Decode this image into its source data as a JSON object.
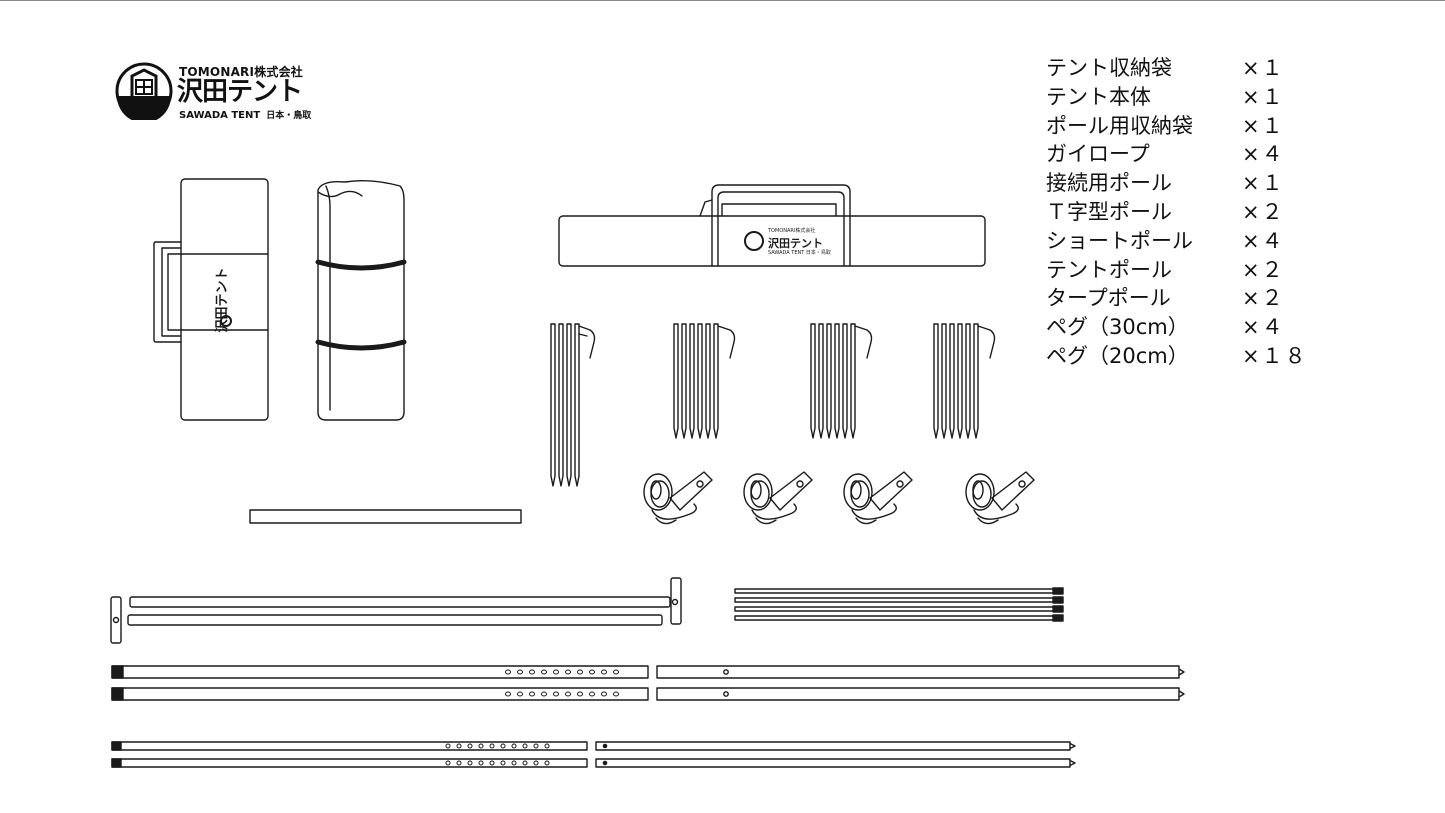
{
  "logo": {
    "company": "TOMONARI株式会社",
    "brand": "沢田テント",
    "brand_en": "SAWADA TENT",
    "location": "日本・鳥取",
    "emblem_text": "田"
  },
  "bag_logo": {
    "company": "TOMONARI株式会社",
    "brand": "沢田テント",
    "brand_en": "SAWADA TENT 日本・鳥取"
  },
  "contents": [
    {
      "name": "テント収納袋",
      "qty": "×１"
    },
    {
      "name": "テント本体",
      "qty": "×１"
    },
    {
      "name": "ポール用収納袋",
      "qty": "×１"
    },
    {
      "name": "ガイロープ",
      "qty": "×４"
    },
    {
      "name": "接続用ポール",
      "qty": "×１"
    },
    {
      "name": "Ｔ字型ポール",
      "qty": "×２"
    },
    {
      "name": "ショートポール",
      "qty": "×４"
    },
    {
      "name": "テントポール",
      "qty": "×２"
    },
    {
      "name": "タープポール",
      "qty": "×２"
    },
    {
      "name": "ペグ（30cm）",
      "qty": "×４"
    },
    {
      "name": "ペグ（20cm）",
      "qty": "×１８"
    }
  ],
  "colors": {
    "line": "#1a1a1a",
    "background": "#ffffff"
  }
}
